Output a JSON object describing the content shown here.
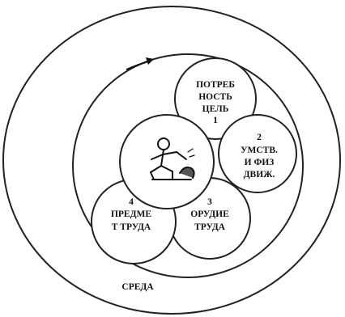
{
  "diagram": {
    "environment_label": "СРЕДА",
    "nodes": [
      {
        "id": "need",
        "lines": [
          "ПОТРЕБ",
          "НОСТЬ",
          "ЦЕЛЬ",
          "1"
        ]
      },
      {
        "id": "actions",
        "lines": [
          "2",
          "УМСТВ.",
          "И ФИЗ",
          "ДВИЖ."
        ]
      },
      {
        "id": "tools",
        "lines": [
          "3",
          "ОРУДИЕ",
          "ТРУДА"
        ]
      },
      {
        "id": "object",
        "lines": [
          "4",
          "ПРЕДМЕ",
          "Т ТРУДА"
        ]
      }
    ],
    "center_icon": "worker-figure-icon",
    "arrow": "cycle-direction-arrow-icon",
    "colors": {
      "stroke": "#222222",
      "fill": "#ffffff"
    }
  }
}
